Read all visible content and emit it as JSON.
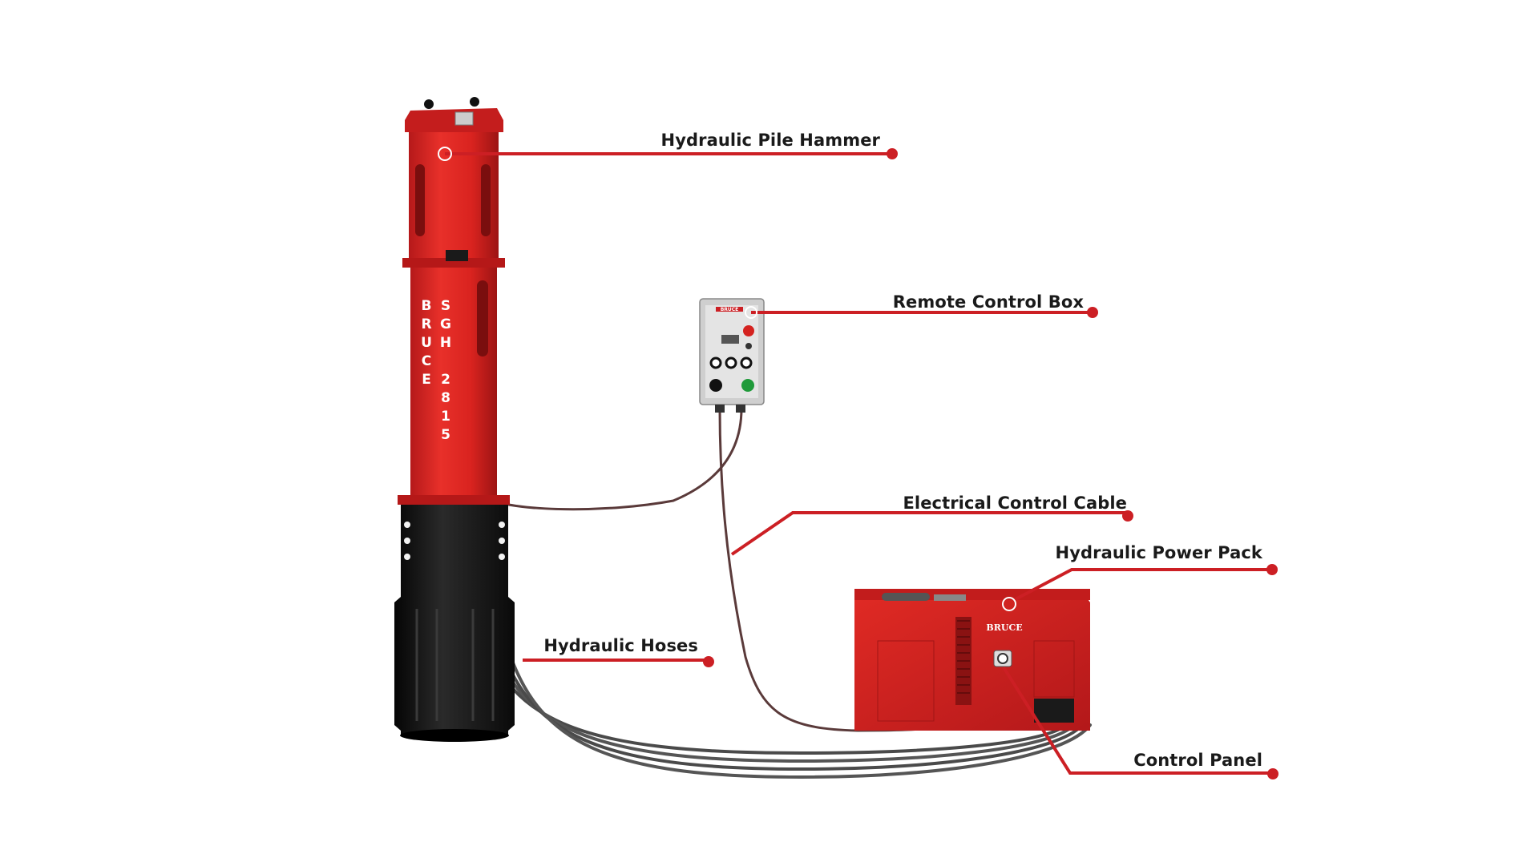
{
  "diagram": {
    "labels": {
      "hammer": "Hydraulic Pile Hammer",
      "remote": "Remote Control Box",
      "cable": "Electrical Control Cable",
      "power_pack": "Hydraulic Power Pack",
      "hoses": "Hydraulic Hoses",
      "control_panel": "Control Panel"
    },
    "hammer_brand": "BRUCE",
    "hammer_model": "SGH 2815",
    "power_pack_brand": "BRUCE",
    "remote_brand": "BRUCE",
    "colors": {
      "equipment_red": "#d9231f",
      "callout_red": "#cc1f24",
      "base_black": "#111111",
      "hose_gray": "#4a4a4a"
    }
  }
}
